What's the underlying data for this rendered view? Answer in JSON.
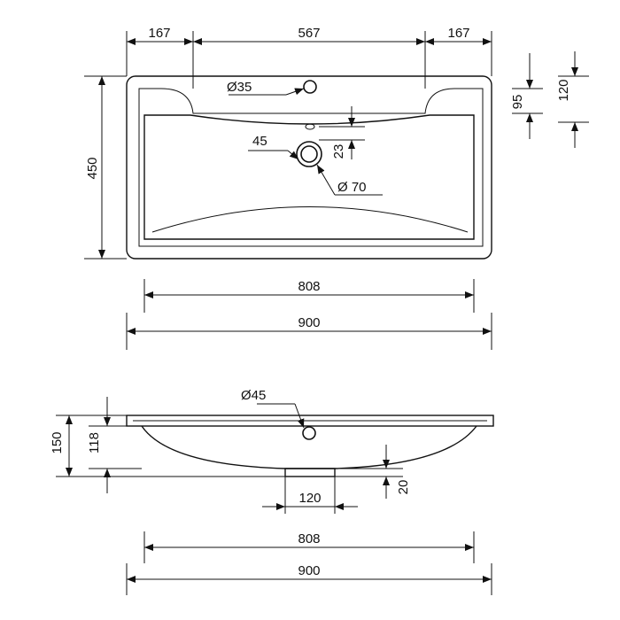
{
  "top_view": {
    "dim_left": "167",
    "dim_mid": "567",
    "dim_right": "167",
    "height": "450",
    "tap_hole": "Ø35",
    "overflow": "23",
    "drain_offset": "45",
    "drain": "Ø 70",
    "edge_h1": "95",
    "edge_h2": "120",
    "inner_width": "808",
    "outer_width": "900"
  },
  "side_view": {
    "hole": "Ø45",
    "height_outer": "150",
    "height_inner": "118",
    "outlet_h": "20",
    "outlet_w": "120",
    "inner_width": "808",
    "outer_width": "900"
  }
}
